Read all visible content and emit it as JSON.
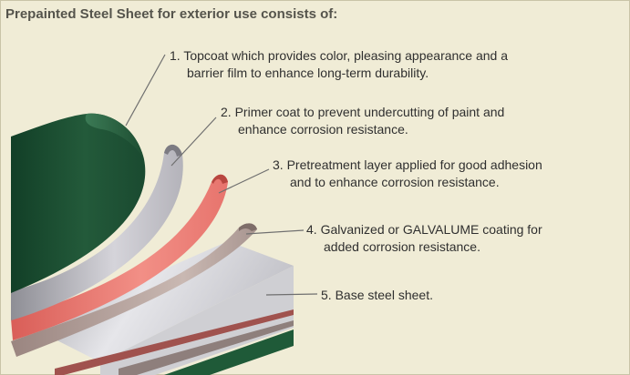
{
  "title": "Prepainted Steel Sheet for exterior use consists of:",
  "layers": [
    {
      "number": "1.",
      "line1": "Topcoat which provides color, pleasing appearance and a",
      "line2": "barrier film to enhance long-term durability.",
      "color": "#2a5a3c"
    },
    {
      "number": "2.",
      "line1": "Primer coat to prevent undercutting of paint and",
      "line2": "enhance corrosion resistance.",
      "color": "#c7c6cc"
    },
    {
      "number": "3.",
      "line1": "Pretreatment layer applied for good adhesion",
      "line2": "and to enhance corrosion resistance.",
      "color": "#ee7f78"
    },
    {
      "number": "4.",
      "line1": "Galvanized or GALVALUME  coating for",
      "line2": "added corrosion resistance.",
      "color": "#b9a7a0"
    },
    {
      "number": "5.",
      "line1": "Base steel sheet.",
      "line2": "",
      "color": "#d8d8dc"
    }
  ]
}
